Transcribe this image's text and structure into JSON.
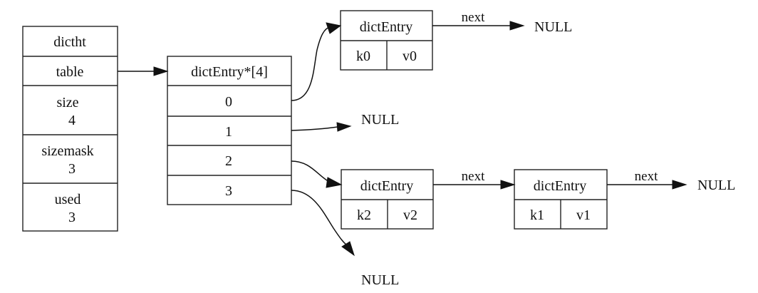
{
  "dictht": {
    "title": "dictht",
    "fields": [
      {
        "name": "table",
        "value": ""
      },
      {
        "name": "size",
        "value": "4"
      },
      {
        "name": "sizemask",
        "value": "3"
      },
      {
        "name": "used",
        "value": "3"
      }
    ]
  },
  "table": {
    "title": "dictEntry*[4]",
    "slots": [
      "0",
      "1",
      "2",
      "3"
    ]
  },
  "entries": {
    "e0": {
      "title": "dictEntry",
      "key": "k0",
      "value": "v0"
    },
    "e2": {
      "title": "dictEntry",
      "key": "k2",
      "value": "v2"
    },
    "e1": {
      "title": "dictEntry",
      "key": "k1",
      "value": "v1"
    }
  },
  "edges": {
    "next_label": "next",
    "null_label": "NULL"
  }
}
